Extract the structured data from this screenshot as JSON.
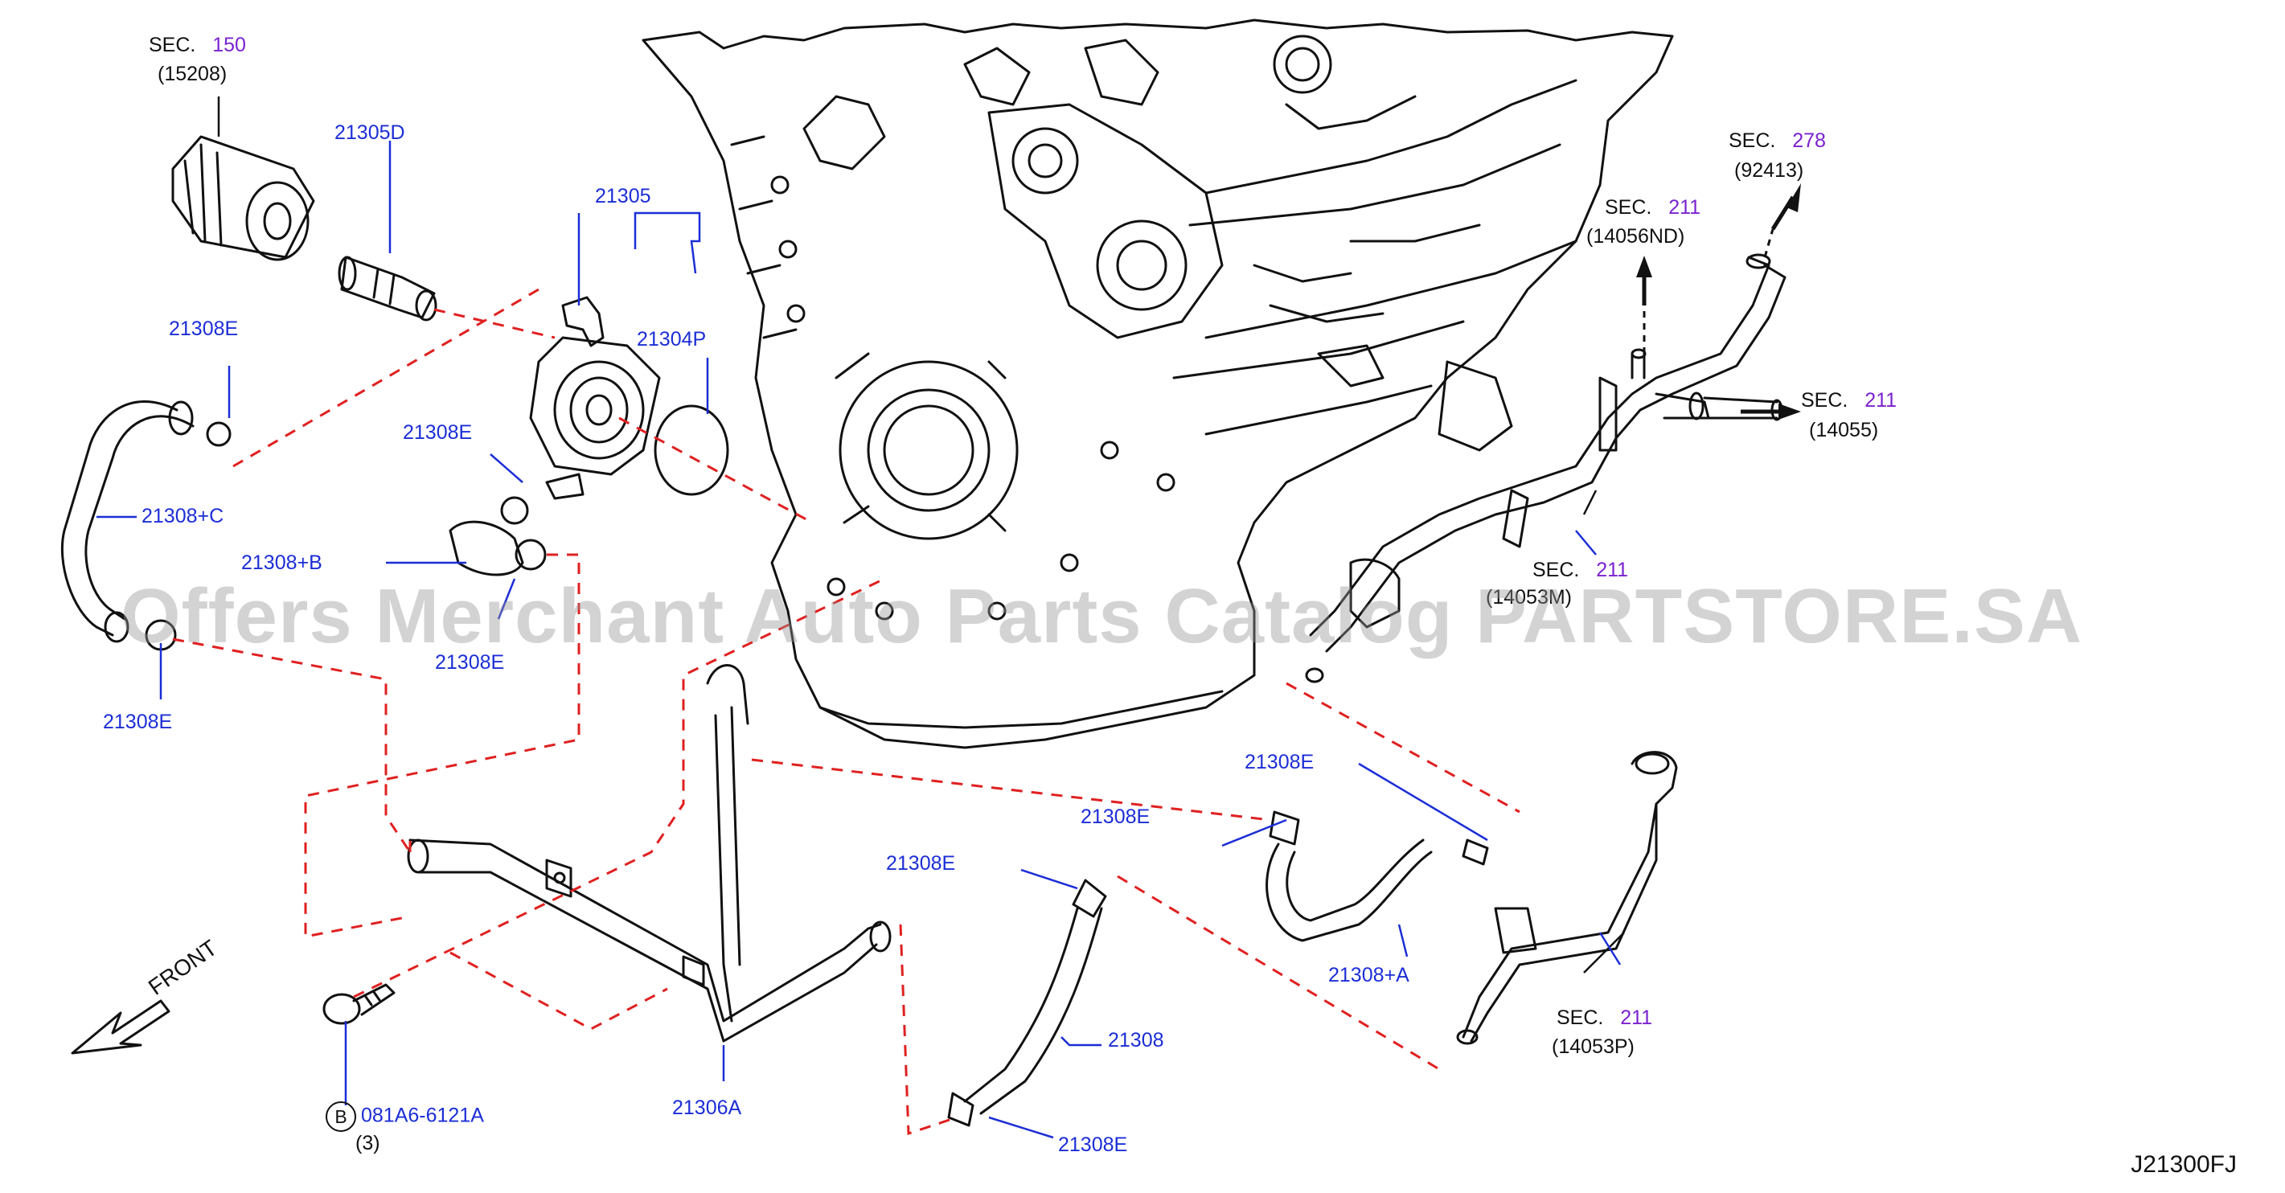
{
  "colors": {
    "part_label": "#1c2ed6",
    "section_number": "#7a22d0",
    "leader_line": "#e02020",
    "line_art": "#111111"
  },
  "labels": {
    "sec150_prefix": "SEC.",
    "sec150_num": "150",
    "sec150_code": "(15208)",
    "p21305D": "21305D",
    "p21305": "21305",
    "p21304P": "21304P",
    "p21308E_a": "21308E",
    "p21308C": "21308+C",
    "p21308E_b": "21308E",
    "p21308B": "21308+B",
    "p21308E_c": "21308E",
    "p21308E_d": "21308E",
    "sec278_prefix": "SEC.",
    "sec278_num": "278",
    "sec278_code": "(92413)",
    "sec211a_prefix": "SEC.",
    "sec211a_num": "211",
    "sec211a_code": "(14056ND)",
    "sec211b_prefix": "SEC.",
    "sec211b_num": "211",
    "sec211b_code": "(14055)",
    "sec211c_prefix": "SEC.",
    "sec211c_num": "211",
    "sec211c_code": "(14053M)",
    "p21308E_e": "21308E",
    "p21308E_f": "21308E",
    "p21308E_g": "21308E",
    "p21308A": "21308+A",
    "p21308": "21308",
    "p21308E_h": "21308E",
    "sec211d_prefix": "SEC.",
    "sec211d_num": "211",
    "sec211d_code": "(14053P)",
    "p21306A": "21306A",
    "bolt_circle": "B",
    "bolt_code": "081A6-6121A",
    "bolt_qty": "(3)",
    "front": "FRONT"
  },
  "watermark": "Offers Merchant Auto Parts Catalog PARTSTORE.SA",
  "diagram_id": "J21300FJ"
}
